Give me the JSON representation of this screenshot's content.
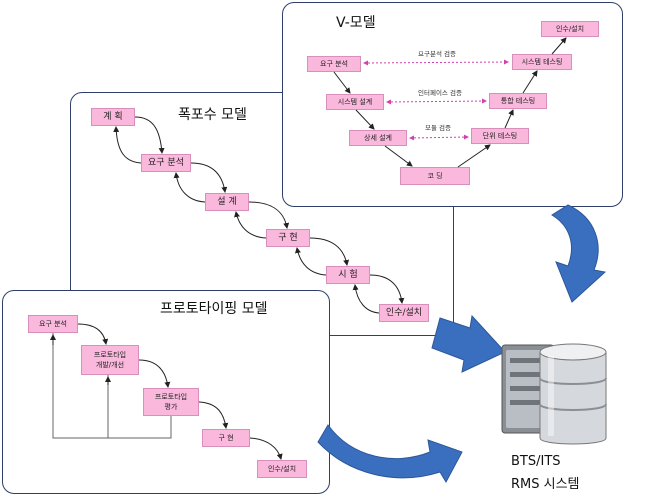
{
  "waterfall": {
    "title": "폭포수 모델",
    "steps": [
      "계 획",
      "요구 분석",
      "설 계",
      "구 현",
      "시 험",
      "인수/설치"
    ]
  },
  "vmodel": {
    "title": "V-모델",
    "left": [
      "요구 분석",
      "시스템 설계",
      "상세 설계"
    ],
    "bottom": "코 딩",
    "right": [
      "인수/설치",
      "시스템 테스팅",
      "통합 테스팅",
      "단위 테스팅"
    ],
    "links": [
      "요구분석 검증",
      "인터페이스 검증",
      "모듈 검증"
    ]
  },
  "prototyping": {
    "title": "프로토타이핑 모델",
    "steps": [
      "요구 분석",
      "프로토타입\n개발/개선",
      "프로토타입\n평가",
      "구 현",
      "인수/설치"
    ]
  },
  "system": {
    "line1": "BTS/ITS",
    "line2": "RMS 시스템",
    "icon": "server-database-icon"
  },
  "colors": {
    "box_fill": "#f9b8dc",
    "box_border": "#d98fbc",
    "arrow_blue": "#3a6fbf",
    "panel_border": "#2f3f6a",
    "dotted_link": "#d040b0"
  }
}
